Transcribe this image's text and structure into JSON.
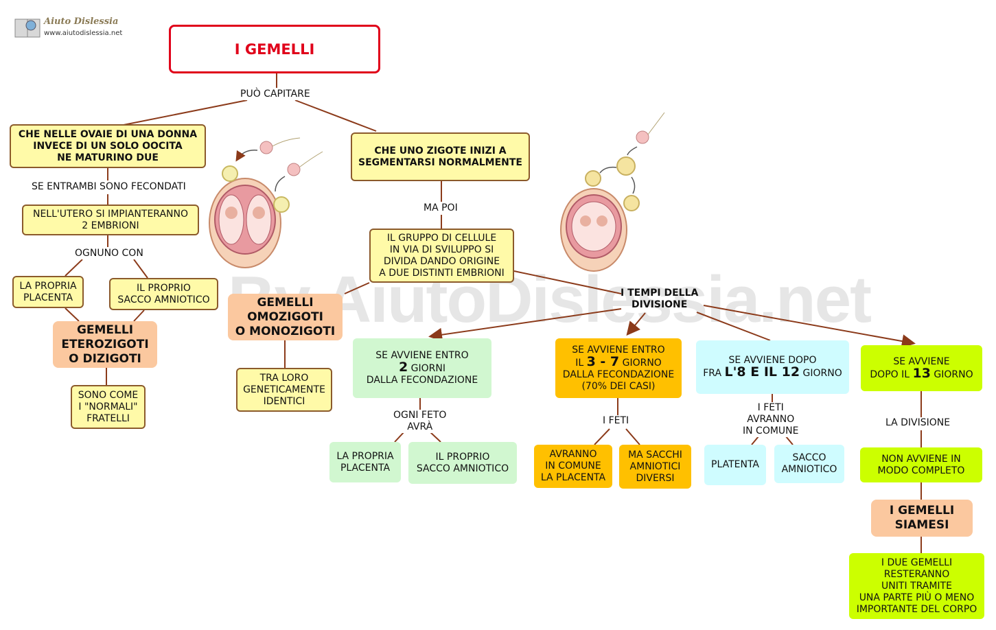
{
  "logo": {
    "name": "Aiuto Dislessia",
    "url": "www.aiutodislessia.net"
  },
  "watermark": "By AiutoDislessia.net",
  "title": "I GEMELLI",
  "labels": {
    "puo_capitare": "PUÒ CAPITARE",
    "se_entrambi": "SE ENTRAMBI SONO FECONDATI",
    "ognuno_con": "OGNUNO CON",
    "ma_poi": "MA POI",
    "ogni_feto": "OGNI FETO\nAVRÀ",
    "i_feti": "I FETI",
    "i_feti_comune": "I FETI\nAVRANNO\nIN COMUNE",
    "la_divisione": "LA DIVISIONE",
    "tempi": "I TEMPI DELLA\nDIVISIONE"
  },
  "left": {
    "ovaie": "CHE NELLE OVAIE DI UNA DONNA\nINVECE DI UN SOLO OOCITA\nNE MATURINO DUE",
    "utero": "NELL'UTERO SI IMPIANTERANNO\n2 EMBRIONI",
    "placenta": "LA PROPRIA\nPLACENTA",
    "sacco": "IL PROPRIO\nSACCO AMNIOTICO",
    "eterozigoti": "GEMELLI\nETEROZIGOTI\nO DIZIGOTI",
    "fratelli": "SONO COME\nI \"NORMALI\"\nFRATELLI"
  },
  "middle": {
    "zigote": "CHE UNO ZIGOTE INIZI A\nSEGMENTARSI NORMALMENTE",
    "gruppo": "IL GRUPPO DI CELLULE\nIN VIA DI SVILUPPO SI\nDIVIDA DANDO ORIGINE\nA DUE DISTINTI EMBRIONI",
    "omozigoti": "GEMELLI\nOMOZIGOTI\nO MONOZIGOTI",
    "identici": "TRA LORO\nGENETICAMENTE\nIDENTICI"
  },
  "branch1": {
    "pre": "SE AVVIENE ENTRO",
    "num": "2",
    "post": "GIORNI",
    "line3": "DALLA FECONDAZIONE",
    "placenta": "LA PROPRIA\nPLACENTA",
    "sacco": "IL PROPRIO\nSACCO AMNIOTICO"
  },
  "branch2": {
    "pre": "SE AVVIENE ENTRO",
    "il": "IL",
    "num": "3 - 7",
    "post": "GIORNO",
    "line3": "DALLA FECONDAZIONE\n(70% DEI CASI)",
    "comune": "AVRANNO\nIN COMUNE\nLA PLACENTA",
    "sacchi": "MA SACCHI\nAMNIOTICI\nDIVERSI"
  },
  "branch3": {
    "pre": "SE AVVIENE DOPO",
    "fra": "FRA",
    "num": "L'8 E IL 12",
    "post": "GIORNO",
    "placenta": "PLATENTA",
    "sacco": "SACCO\nAMNIOTICO"
  },
  "branch4": {
    "pre": "SE AVVIENE",
    "dopo": "DOPO IL",
    "num": "13",
    "post": "GIORNO",
    "non": "NON AVVIENE IN\nMODO COMPLETO",
    "siamesi": "I GEMELLI\nSIAMESI",
    "uniti": "I DUE GEMELLI\nRESTERANNO\nUNITI TRAMITE\nUNA PARTE PIÙ O MENO\nIMPORTANTE DEL CORPO"
  },
  "colors": {
    "line": "#8b3a1a",
    "title": "#e0001a",
    "yellow": "#fffaa8",
    "peach": "#fbc89f",
    "green": "#d1f7d0",
    "orange": "#ffc000",
    "cyan": "#cffcff",
    "lime": "#ccff00"
  },
  "icons": [
    "uterus-twins-illustration",
    "sperm-oocyte-illustration",
    "morula-illustration"
  ]
}
